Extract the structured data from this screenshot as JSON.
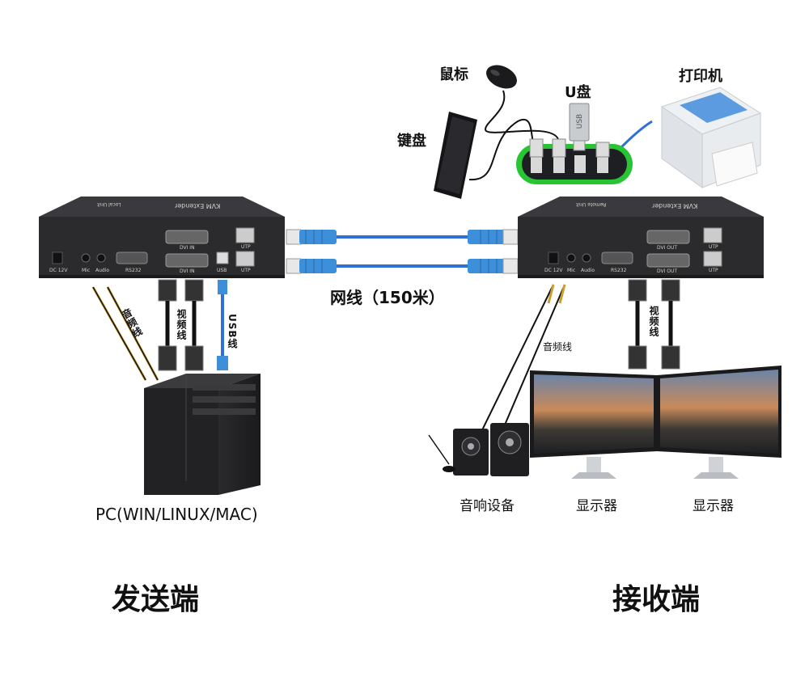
{
  "labels": {
    "mouse": "鼠标",
    "udisk": "U盘",
    "printer": "打印机",
    "keyboard": "键盘",
    "network_cable": "网线（150米）",
    "audio_cable_left": "音频线",
    "video_cable_left": "视频线",
    "usb_cable": "USB线",
    "audio_cable_right": "音频线",
    "video_cable_right": "视频线",
    "speaker": "音响设备",
    "monitor_1": "显示器",
    "monitor_2": "显示器",
    "pc": "PC(WIN/LINUX/MAC)",
    "sender": "发送端",
    "receiver": "接收端"
  },
  "local_unit": {
    "top_text": "KVM Extender",
    "sub_text": "Local Unit",
    "ports": {
      "dc": "DC 12V",
      "mic": "Mic",
      "audio": "Audio",
      "rs232": "RS232",
      "dvi1": "DVI IN",
      "dvi2": "DVI IN",
      "usb": "USB",
      "utp1": "UTP",
      "utp2": "UTP"
    }
  },
  "remote_unit": {
    "top_text": "KVM Extender",
    "sub_text": "Remote Unit",
    "ports": {
      "dc": "DC 12V",
      "mic": "Mic",
      "audio": "Audio",
      "rs232": "RS232",
      "dvi1": "DVI OUT",
      "dvi2": "DVI OUT",
      "utp1": "UTP",
      "utp2": "UTP"
    }
  },
  "usb_stick_text": "USB",
  "colors": {
    "device_body": "#2b2b2e",
    "network_cable": "#2f6fd6",
    "rj45_connector": "#3c8fd8",
    "hub_green": "#28c434"
  }
}
